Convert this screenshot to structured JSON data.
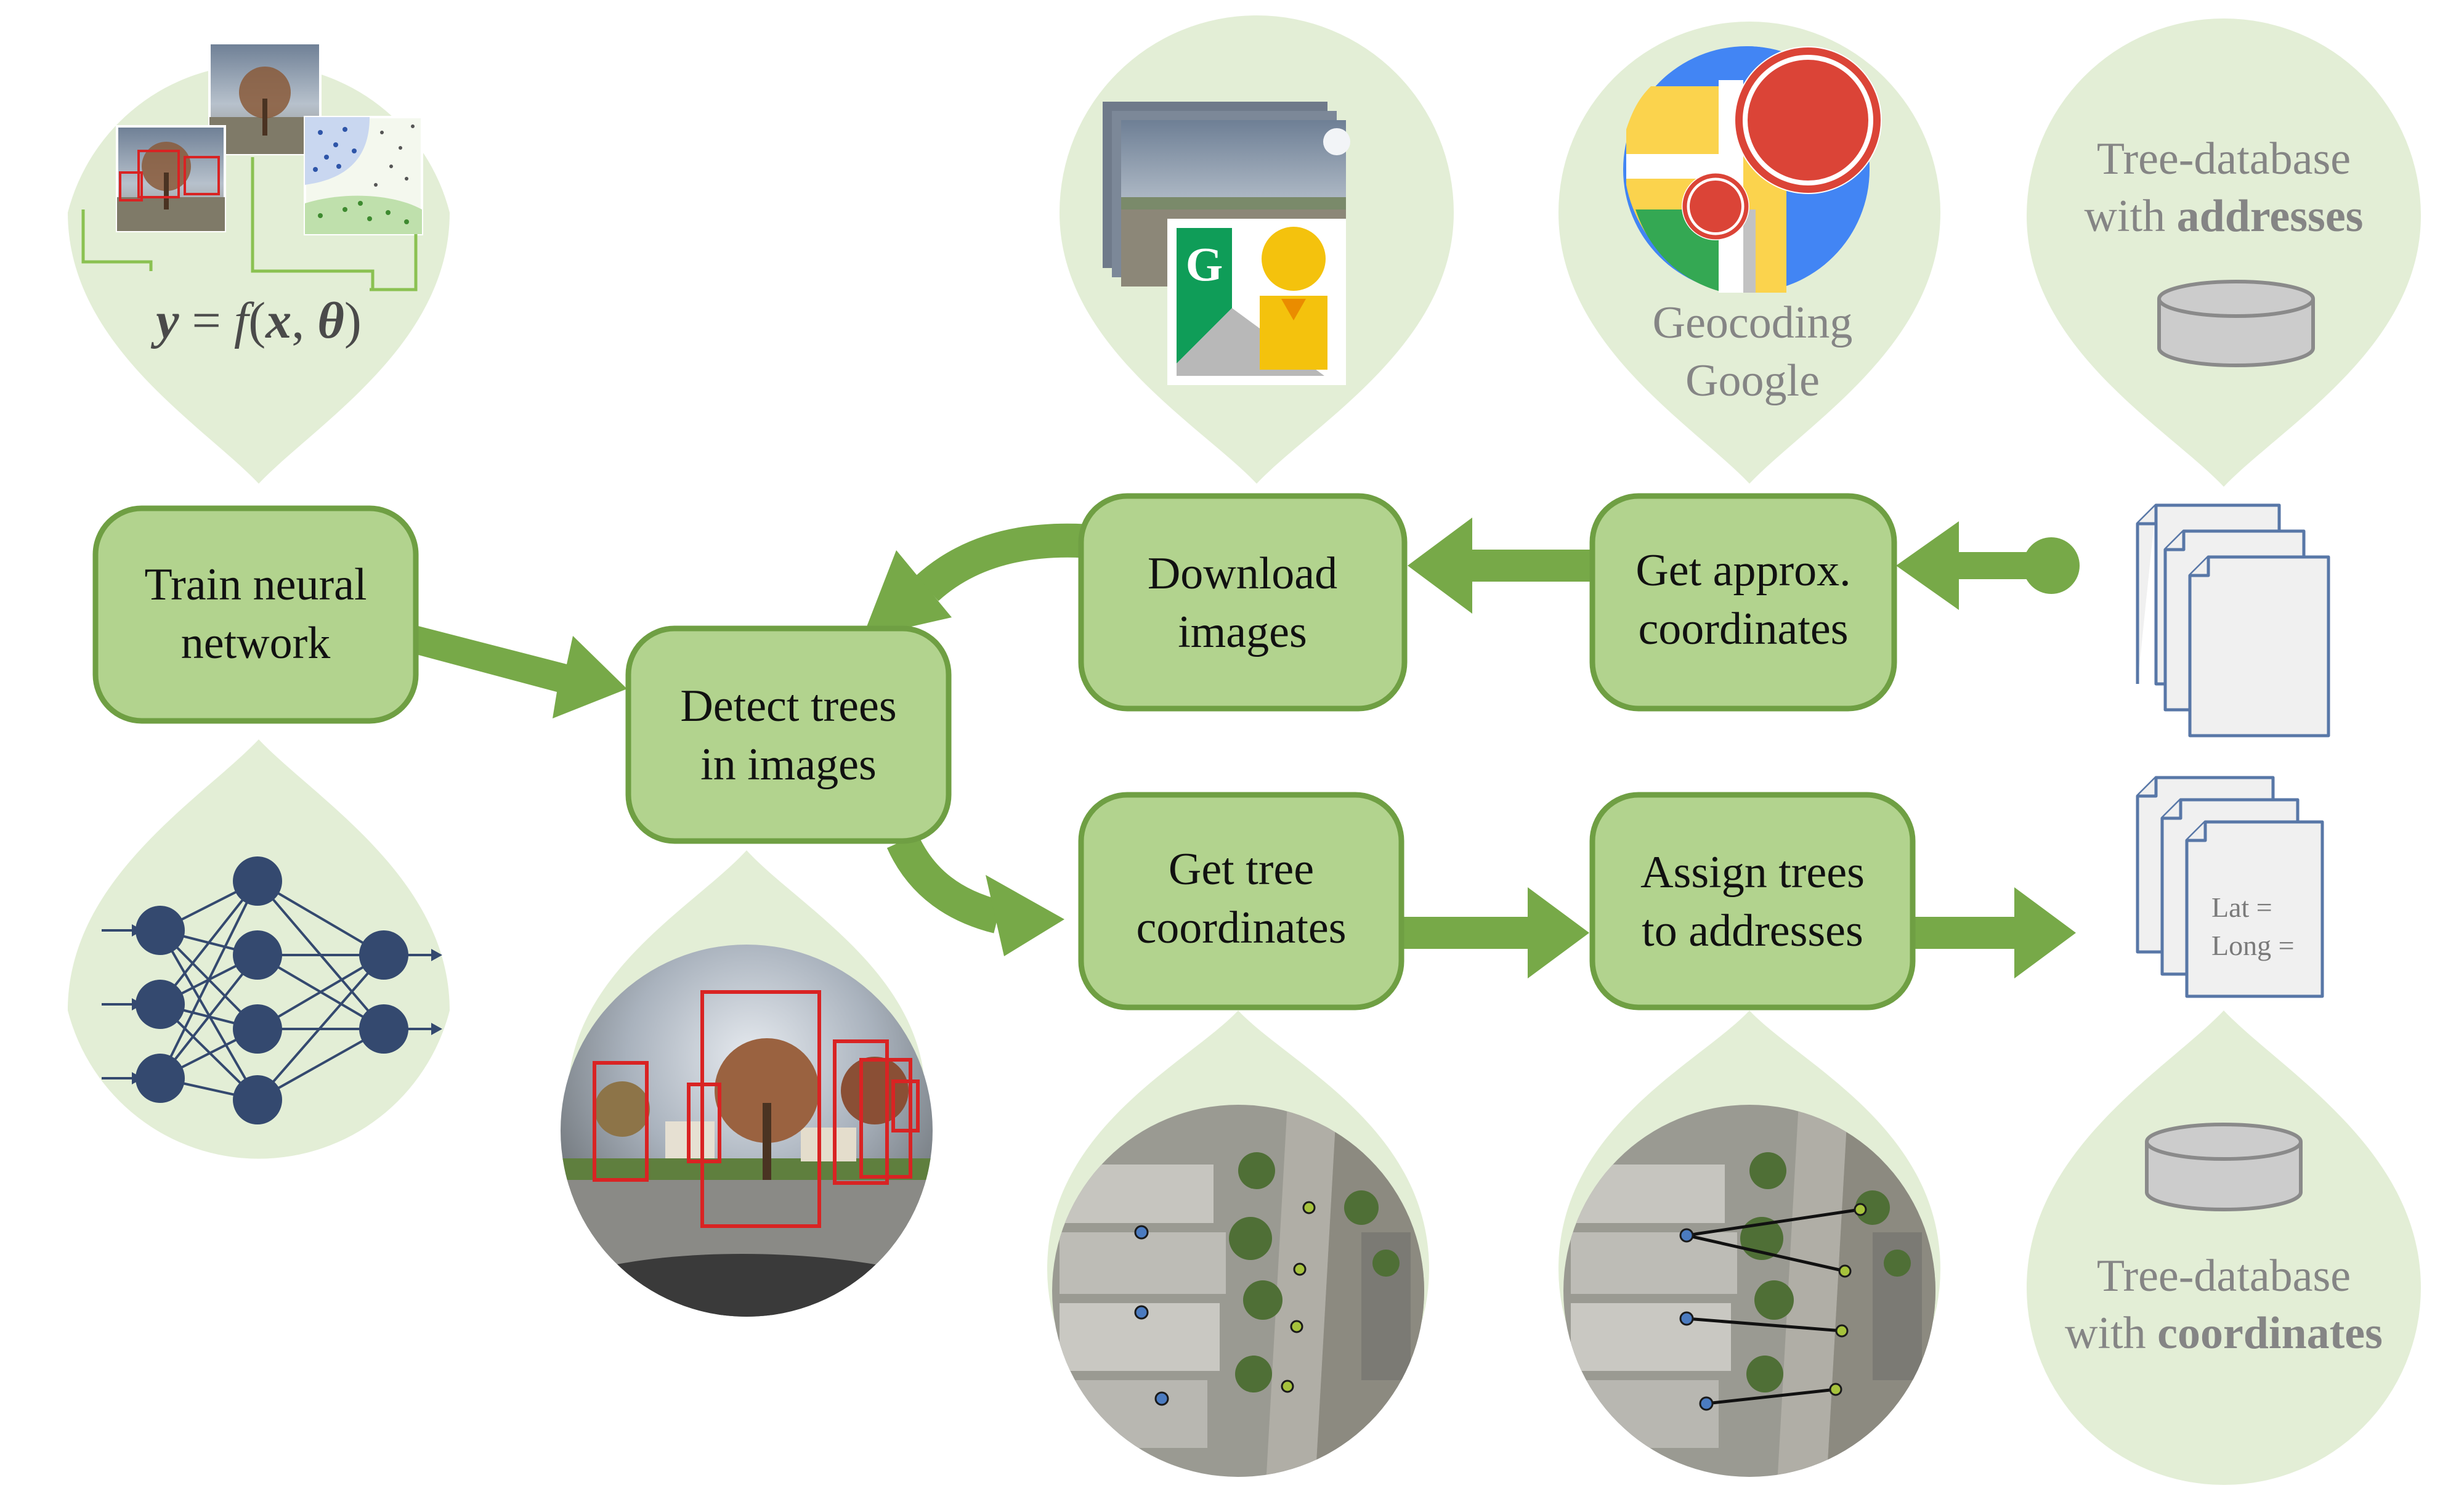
{
  "colors": {
    "drop": "#e3eed6",
    "box_fill": "#b2d38e",
    "box_stroke": "#6f9f43",
    "arrow": "#77a948",
    "text": "#111111",
    "muted_text": "#858585",
    "network": "#34496f",
    "db_fill": "#cccccc",
    "db_stroke": "#8a8a8a",
    "doc_stroke": "#5877a7",
    "detect_box": "#d92323"
  },
  "process": {
    "train": {
      "line1": "Train neural",
      "line2": "network"
    },
    "detect": {
      "line1": "Detect trees",
      "line2": "in images"
    },
    "download": {
      "line1": "Download",
      "line2": "images"
    },
    "approx": {
      "line1": "Get approx.",
      "line2": "coordinates"
    },
    "tree_coords": {
      "line1": "Get tree",
      "line2": "coordinates"
    },
    "assign": {
      "line1": "Assign trees",
      "line2": "to addresses"
    }
  },
  "formula": {
    "y": "y",
    "eq": " = ",
    "f": "f",
    "open": "(",
    "x": "x",
    "comma": ", ",
    "theta": "θ",
    "close": ")"
  },
  "geocoding": {
    "line1": "Geocoding",
    "line2": "Google"
  },
  "db_addresses": {
    "line1": "Tree-database",
    "prefix": "with ",
    "bold": "addresses"
  },
  "db_coordinates": {
    "line1": "Tree-database",
    "prefix": "with ",
    "bold": "coordinates"
  },
  "doc_fields": {
    "lat": "Lat =",
    "long": "Long ="
  },
  "icons": [
    "map-pin-icon",
    "street-view-icon",
    "database-icon",
    "document-stack-icon",
    "neural-network-icon",
    "aerial-map-icon",
    "panorama-icon"
  ]
}
